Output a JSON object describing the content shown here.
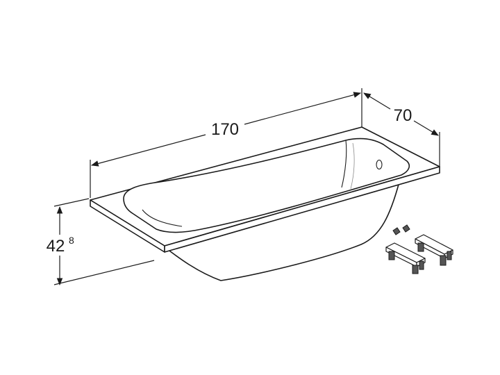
{
  "dimensions": {
    "length": "170",
    "width": "70",
    "height_main": "42",
    "height_sup": "8"
  },
  "colors": {
    "line": "#1a1a1a",
    "background": "#ffffff"
  }
}
